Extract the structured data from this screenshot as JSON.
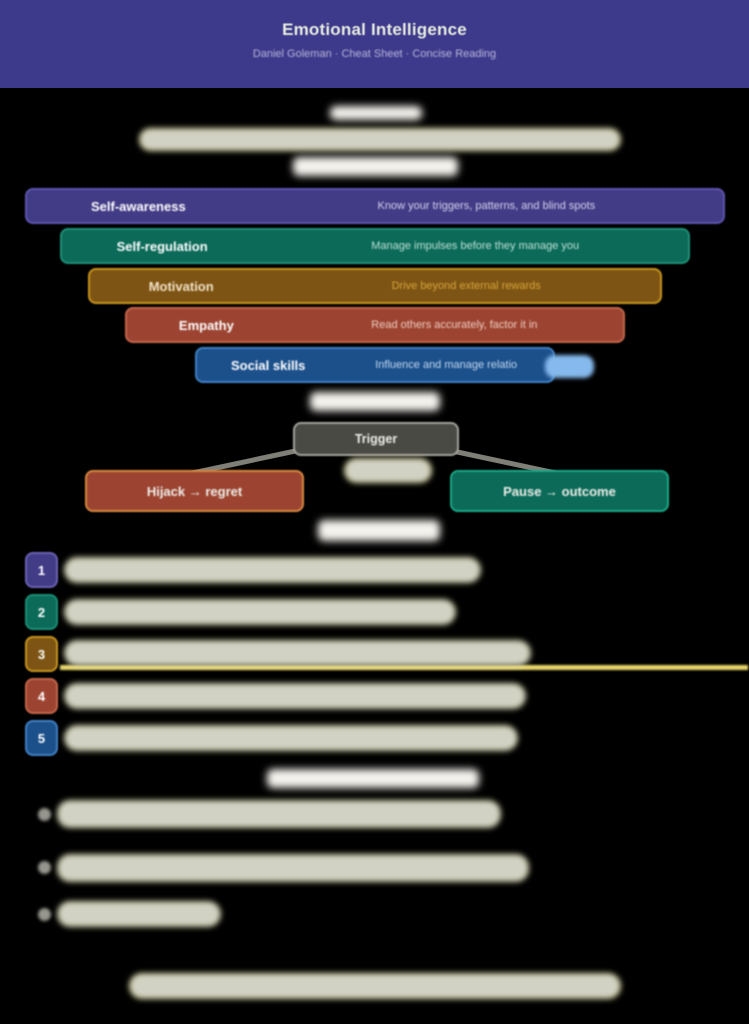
{
  "header": {
    "title": "Emotional Intelligence",
    "subtitle": "Daniel Goleman · Cheat Sheet · Concise Reading"
  },
  "pyramid": {
    "bars": [
      {
        "label": "Self-awareness",
        "desc": "Know your triggers, patterns, and blind spots",
        "color": "#423b86",
        "border": "#5d55ae"
      },
      {
        "label": "Self-regulation",
        "desc": "Manage impulses before they manage you",
        "color": "#0b6a58",
        "border": "#1d9078"
      },
      {
        "label": "Motivation",
        "desc": "Drive beyond external rewards",
        "color": "#7d5413",
        "border": "#c7931d"
      },
      {
        "label": "Empathy",
        "desc": "Read others accurately, factor it in",
        "color": "#9c4431",
        "border": "#c4664a"
      },
      {
        "label": "Social skills",
        "desc": "Influence and manage relatio",
        "color": "#1c508b",
        "border": "#3f80c4"
      }
    ]
  },
  "flow": {
    "trigger_label": "Trigger",
    "left_label": "Hijack → regret",
    "right_label": "Pause → outcome"
  },
  "list": {
    "items": [
      {
        "number": "1",
        "color": "#423b86"
      },
      {
        "number": "2",
        "color": "#0b6a58"
      },
      {
        "number": "3",
        "color": "#7d5413"
      },
      {
        "number": "4",
        "color": "#9c4431"
      },
      {
        "number": "5",
        "color": "#1c508b"
      }
    ]
  },
  "colors": {
    "header_bg": "#3d398b",
    "page_bg": "#000000",
    "trigger_box": "#4a4a45",
    "connector_line": "#8d8d86",
    "redaction_fill": "#d2d2c4",
    "redaction_glow": "#ece896",
    "yellow_line": "#e9d76a",
    "light_blue_blob": "#86baee"
  }
}
